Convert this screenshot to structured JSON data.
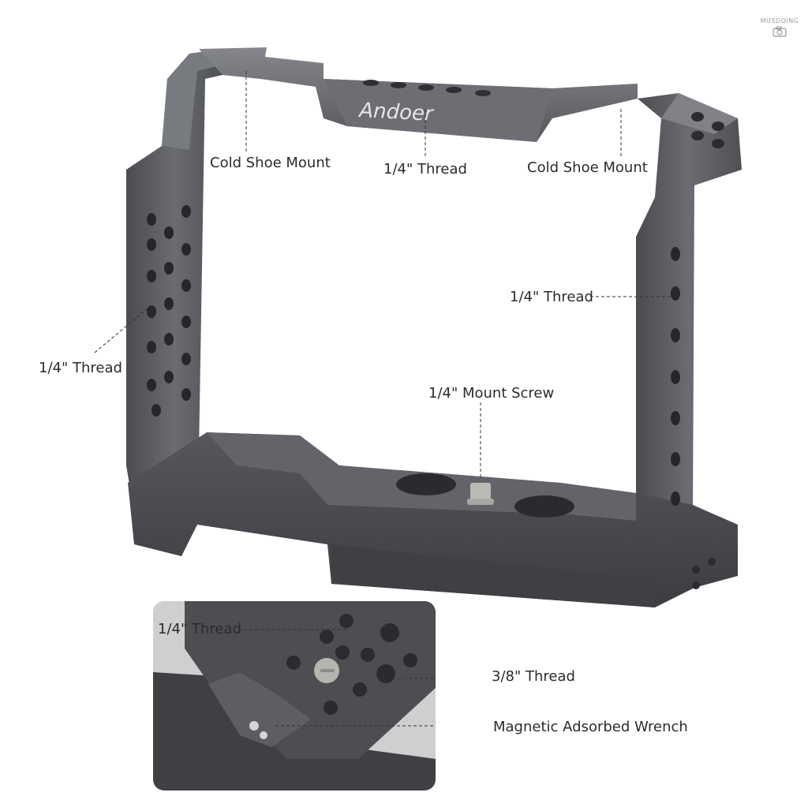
{
  "brand": {
    "engraving": "Andoer",
    "watermark": "MUSDOING",
    "watermark_icon": "camera-icon"
  },
  "callouts": {
    "cold_shoe_left": "Cold Shoe Mount",
    "thread_top": "1/4\" Thread",
    "cold_shoe_right": "Cold Shoe Mount",
    "thread_right": "1/4\" Thread",
    "thread_left": "1/4\" Thread",
    "mount_screw": "1/4\" Mount Screw"
  },
  "inset": {
    "thread_quarter": "1/4\" Thread",
    "thread_three_eighths": "3/8\" Thread",
    "wrench": "Magnetic Adsorbed Wrench"
  },
  "colors": {
    "metal": "#5d5f63",
    "metal_light": "#7b7d82",
    "metal_dark": "#3a3c40",
    "text": "#2b2b2b"
  }
}
